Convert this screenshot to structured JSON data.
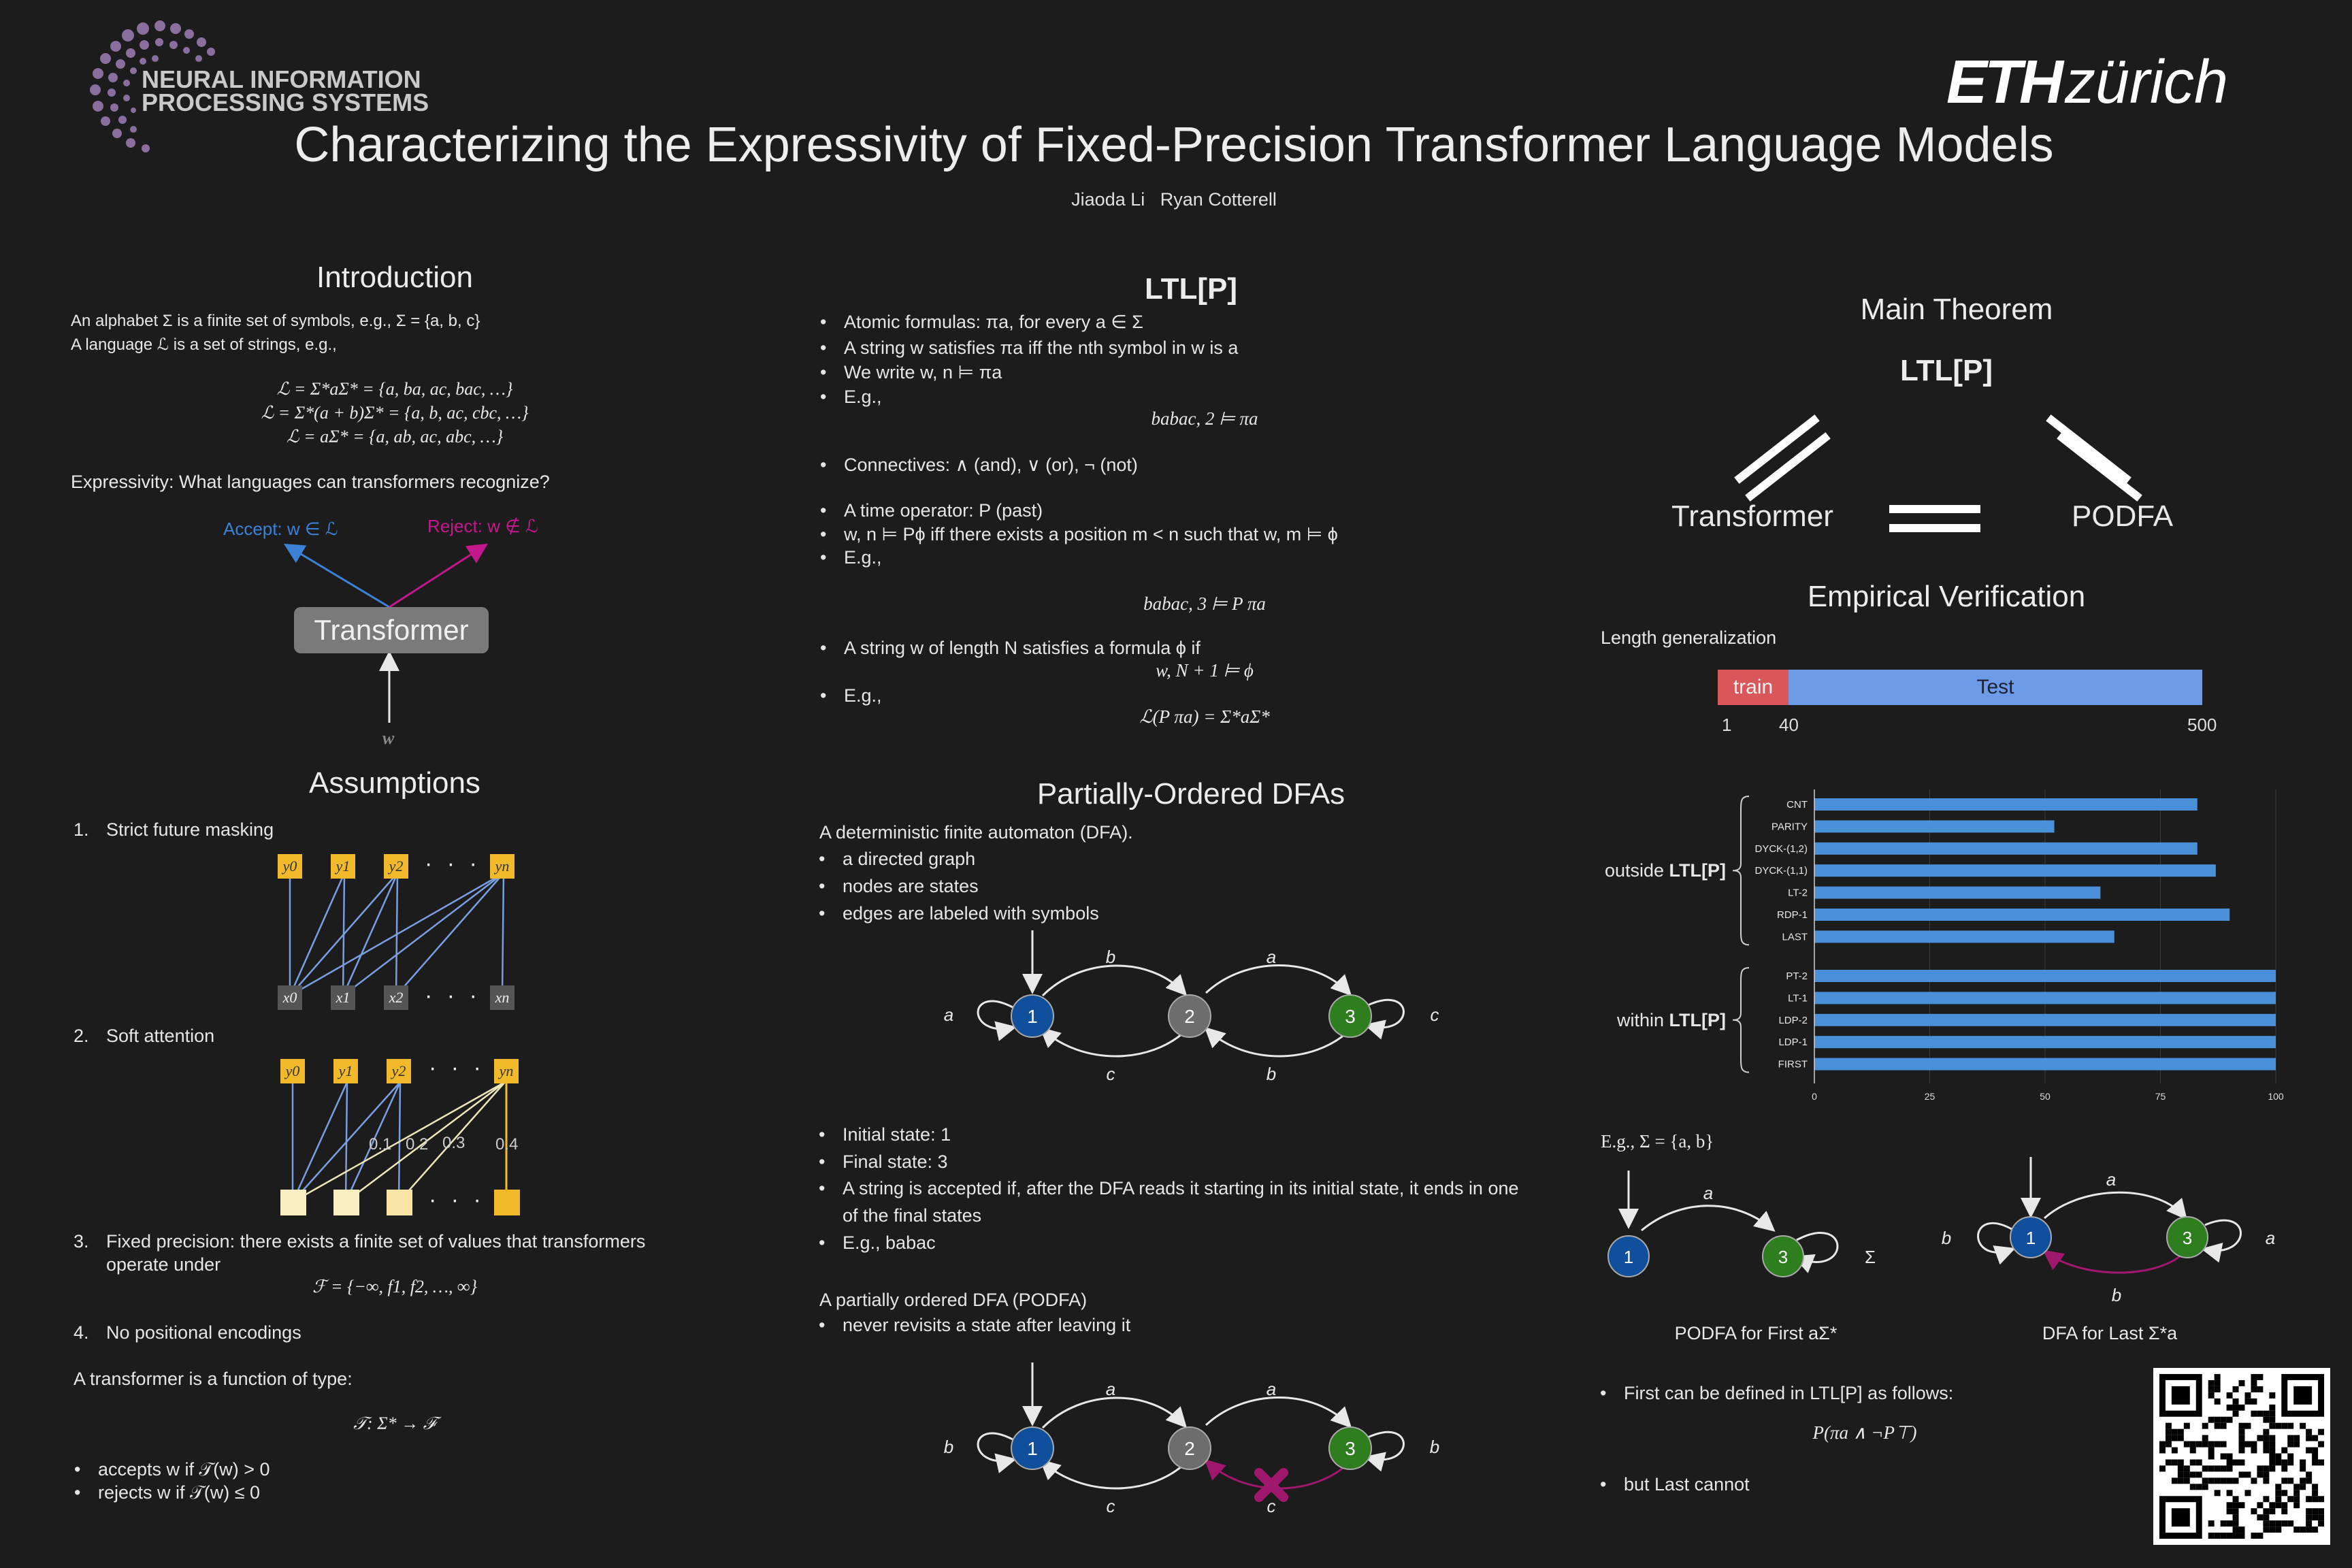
{
  "header": {
    "logo_line1": "NEURAL INFORMATION",
    "logo_line2": "PROCESSING SYSTEMS",
    "eth_logo": "ETH",
    "eth_logo2": "zürich",
    "title": "Characterizing the Expressivity of Fixed-Precision Transformer Language Models",
    "authors": "Jiaoda Li   Ryan Cotterell"
  },
  "intro": {
    "heading": "Introduction",
    "line1": "An alphabet Σ is a finite set of symbols, e.g., Σ = {a, b, c}",
    "line2": "A language ℒ is a set of strings, e.g.,",
    "eq1": "ℒ = Σ*aΣ* = {a, ba, ac, bac, …}",
    "eq2": "ℒ = Σ*(a + b)Σ* = {a, b, ac, cbc, …}",
    "eq3": "ℒ = aΣ* = {a, ab, ac, abc, …}",
    "expressivity": "Expressivity: What languages can transformers recognize?",
    "accept": "Accept: w ∈ ℒ",
    "reject": "Reject: w ∉ ℒ",
    "transformer": "Transformer",
    "w": "w"
  },
  "assumptions": {
    "heading": "Assumptions",
    "items": [
      "Strict future masking",
      "Soft attention",
      "Fixed precision: there exists a finite set of values that transformers",
      "No positional encodings"
    ],
    "item3_cont": "operate under",
    "nums": [
      "1.",
      "2.",
      "3.",
      "4."
    ],
    "y_labels": [
      "y0",
      "y1",
      "y2",
      "yn"
    ],
    "x_labels": [
      "x0",
      "x1",
      "x2",
      "xn"
    ],
    "weights": [
      "0.1",
      "0.2",
      "0.3",
      "0.4"
    ],
    "ellipsis": "· · ·",
    "F_eq": "ℱ = {−∞, f1, f2, …, ∞}",
    "function_text": "A transformer is a function of type:",
    "T_eq": "𝒯: Σ* → ℱ",
    "accepts": "accepts w if 𝒯(w) > 0",
    "rejects": "rejects w if 𝒯(w) ≤ 0"
  },
  "ltl": {
    "heading": "LTL[P]",
    "b1": "Atomic formulas: πa, for every a ∈ Σ",
    "b2": "A string w satisfies πa iff the nth symbol in w is a",
    "b3": "We write w, n ⊨ πa",
    "b4": "E.g.,",
    "ex1": "babac, 2 ⊨ πa",
    "b5": "Connectives: ∧ (and), ∨ (or), ¬ (not)",
    "b6": "A time operator: P (past)",
    "b7": "w, n ⊨ Pϕ iff there exists a position m < n such that w, m ⊨ ϕ",
    "b8": "E.g.,",
    "ex2": "babac, 3 ⊨ P πa",
    "b9": "A string w of length N satisfies a formula ϕ if",
    "ex3": "w, N + 1 ⊨ ϕ",
    "b10": "E.g.,",
    "ex4": "ℒ(P πa) = Σ*aΣ*"
  },
  "podfa": {
    "heading": "Partially-Ordered DFAs",
    "intro": "A deterministic finite automaton (DFA).",
    "b1": "a directed graph",
    "b2": "nodes are states",
    "b3": "edges are labeled with symbols",
    "states": [
      "1",
      "2",
      "3"
    ],
    "dfa1_labels": [
      "a",
      "b",
      "a",
      "c",
      "c",
      "b"
    ],
    "init": "Initial state: 1",
    "final": "Final state: 3",
    "accepted": "A string is accepted if, after the DFA reads it starting in its initial state, it ends in one",
    "accepted2": "of the final states",
    "eg": "E.g., babac",
    "podfa_def": "A partially ordered DFA (PODFA)",
    "podfa_b": "never revisits a state after leaving it",
    "dfa2_labels": [
      "b",
      "a",
      "a",
      "b",
      "c",
      "c"
    ]
  },
  "theorem": {
    "heading": "Main Theorem",
    "ltl": "LTL[P]",
    "left": "Transformer",
    "right": "PODFA"
  },
  "empirical": {
    "heading": "Empirical Verification",
    "length": "Length generalization",
    "train": "train",
    "test": "Test",
    "ticks": [
      "1",
      "40",
      "500"
    ],
    "example": "E.g., Σ = {a, b}",
    "caption_left": "PODFA for First aΣ*",
    "caption_right": "DFA for Last Σ*a",
    "small_labels": [
      "1",
      "3",
      "a",
      "Σ",
      "1",
      "3",
      "a",
      "b",
      "b",
      "a"
    ],
    "first_text": "First can be defined in LTL[P] as follows:",
    "formula": "P(πa ∧ ¬P⊤)",
    "last_text": "but Last cannot"
  },
  "chart_data": {
    "type": "bar",
    "orientation": "horizontal",
    "groups": [
      {
        "label": "outside LTL[P]",
        "categories": [
          "CNT",
          "PARITY",
          "DYCK-(1,2)",
          "DYCK-(1,1)",
          "LT-2",
          "RDP-1",
          "LAST"
        ],
        "values": [
          83,
          52,
          83,
          87,
          62,
          90,
          65
        ]
      },
      {
        "label": "within LTL[P]",
        "categories": [
          "PT-2",
          "LT-1",
          "LDP-2",
          "LDP-1",
          "FIRST"
        ],
        "values": [
          100,
          100,
          100,
          100,
          100
        ]
      }
    ],
    "xlim": [
      0,
      100
    ],
    "xticks": [
      "0",
      "25",
      "50",
      "75",
      "100"
    ],
    "color": "#4a90d9"
  },
  "colors": {
    "background": "#1c1c1d",
    "blue_node": "#0f4f9c",
    "green_node": "#2e7d1f",
    "gray_node": "#6d6d6d",
    "accept": "#3b82d6",
    "reject": "#c2188b",
    "bar": "#4a90d9",
    "train": "#d9575a",
    "test": "#6d9be8"
  }
}
